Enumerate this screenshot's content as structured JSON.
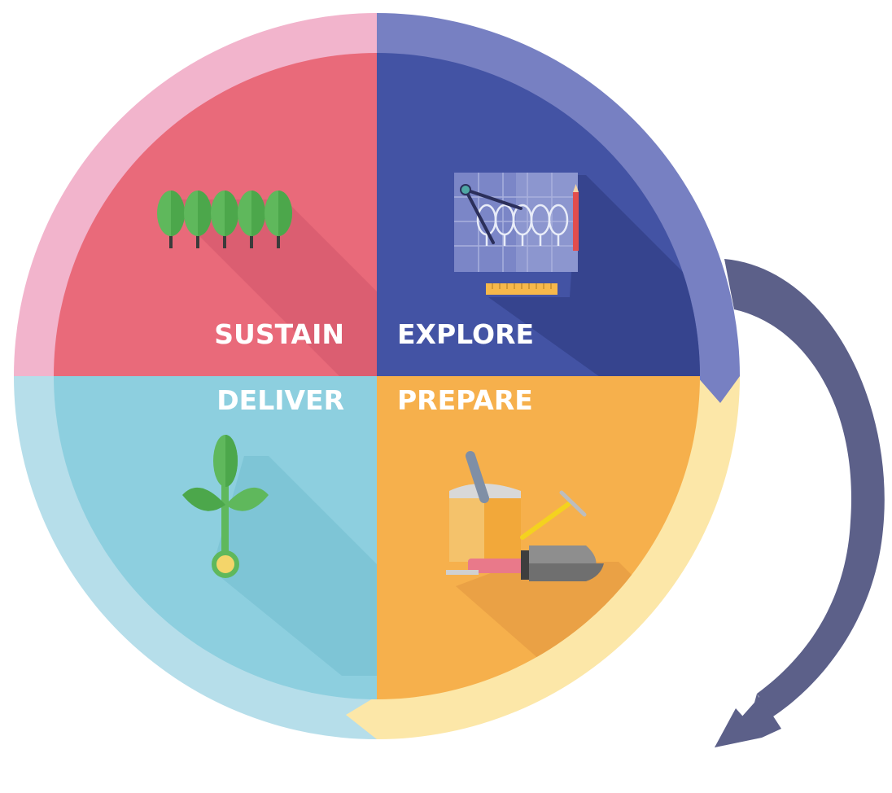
{
  "diagram": {
    "type": "cycle",
    "quadrants": [
      {
        "id": "sustain",
        "label": "SUSTAIN",
        "color": "#E96A7A",
        "ring_color": "#F2B4CC",
        "icon": "trees-icon"
      },
      {
        "id": "explore",
        "label": "EXPLORE",
        "color": "#4353A4",
        "ring_color": "#7780C2",
        "icon": "blueprint-icon"
      },
      {
        "id": "prepare",
        "label": "PREPARE",
        "color": "#F6B04C",
        "ring_color": "#FCE7A8",
        "icon": "garden-tools-icon"
      },
      {
        "id": "deliver",
        "label": "DELIVER",
        "color": "#8DCFDF",
        "ring_color": "#B6DEEA",
        "icon": "seedling-icon"
      }
    ],
    "exit_arrow_color": "#5C6089"
  }
}
